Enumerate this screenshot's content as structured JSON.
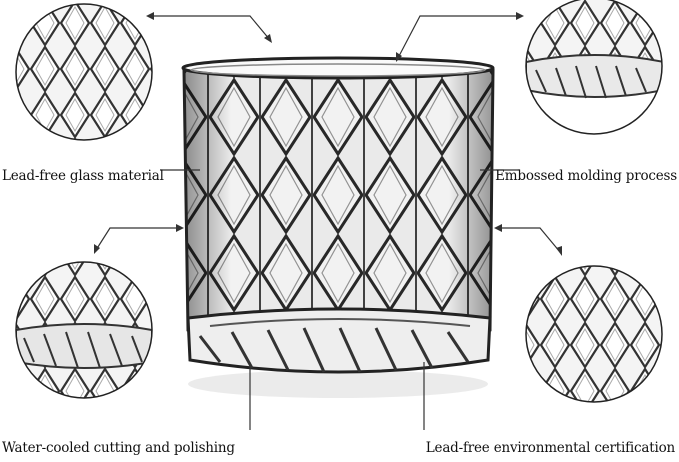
{
  "features": {
    "top_left": "Lead-free glass material",
    "top_right": "Embossed molding process",
    "bottom_left": "Water-cooled cutting and polishing",
    "bottom_right": "Lead-free environmental certification"
  },
  "colors": {
    "ink": "#111111",
    "glass_dark": "#2a2a2a",
    "glass_light": "#e8e8e8",
    "background": "#ffffff"
  }
}
